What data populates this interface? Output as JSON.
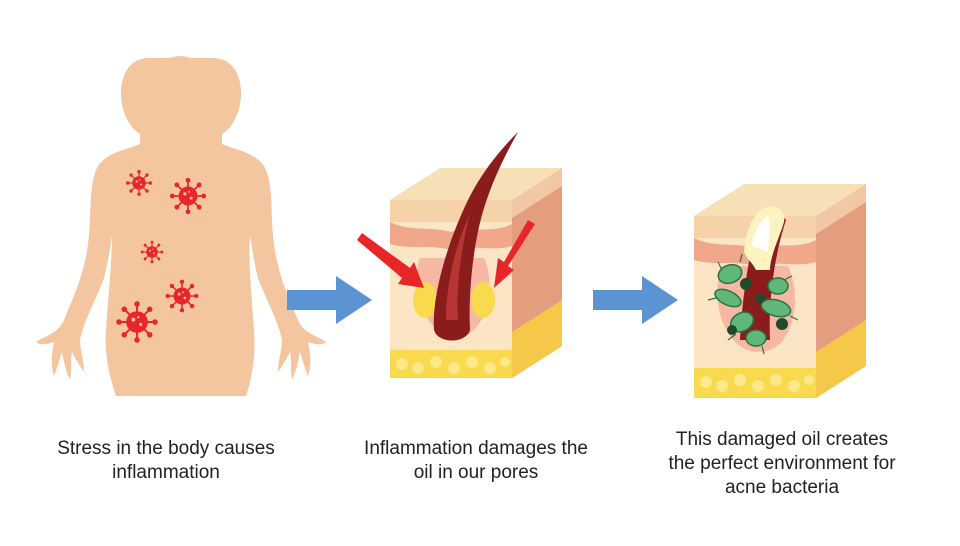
{
  "steps": [
    {
      "caption_lines": [
        "Stress in the body causes",
        "inflammation"
      ],
      "illustration": "human-body-with-virus-icons"
    },
    {
      "caption_lines": [
        "Inflammation damages the",
        "oil in our pores"
      ],
      "illustration": "skin-pore-cross-section-with-arrows"
    },
    {
      "caption_lines": [
        "This damaged oil creates",
        "the perfect environment for",
        "acne bacteria"
      ],
      "illustration": "skin-pore-cross-section-with-bacteria"
    }
  ],
  "icons": [
    "virus-icon",
    "flow-arrow-icon",
    "red-arrow-icon",
    "bacteria-icon"
  ],
  "colors": {
    "skin": "#f3c6a0",
    "virus": "#e8262a",
    "flow_arrow": "#5b93d3",
    "hair": "#8a1c1c",
    "bacteria": "#5fb87a",
    "fat": "#f7d44c"
  }
}
